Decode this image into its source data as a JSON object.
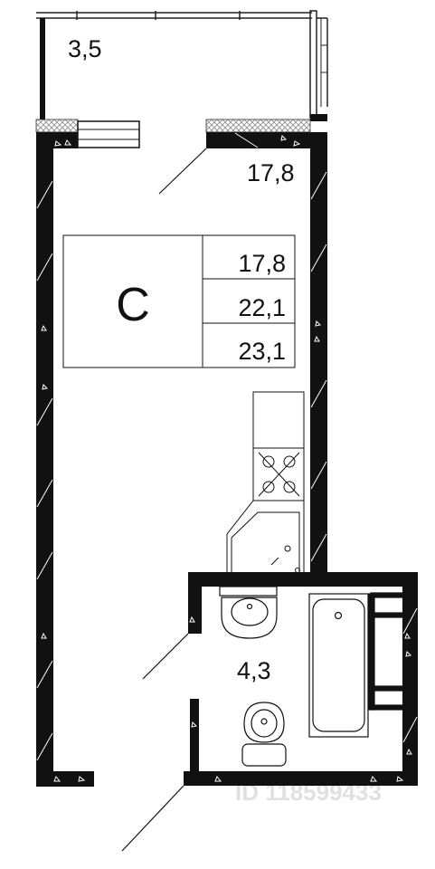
{
  "rooms": {
    "balcony_area": "3,5",
    "living_area": "17,8",
    "bathroom_area": "4,3"
  },
  "summary": {
    "type": "С",
    "living_area": "17,8",
    "total_area": "22,1",
    "area_with_balcony": "23,1"
  },
  "watermark": "ID 118599433",
  "colors": {
    "wall": "#111111",
    "hatch": "#777777",
    "line": "#111111",
    "background": "#ffffff"
  }
}
